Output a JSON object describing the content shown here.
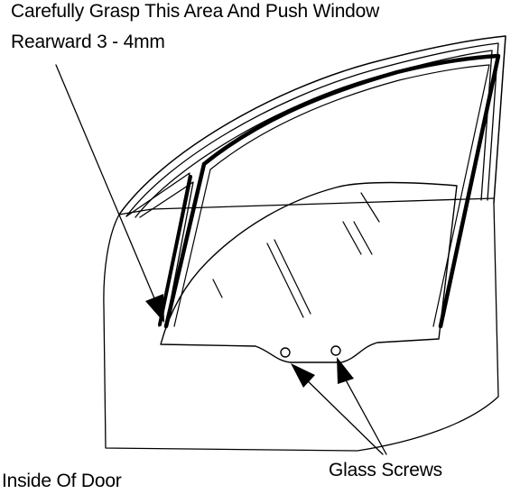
{
  "labels": {
    "instruction_line1": "Carefully Grasp This Area And Push Window",
    "instruction_line2": "Rearward 3 - 4mm",
    "inside_of_door": "Inside Of Door",
    "glass_screws": "Glass Screws"
  },
  "colors": {
    "ink": "#000000",
    "paper": "#ffffff"
  }
}
